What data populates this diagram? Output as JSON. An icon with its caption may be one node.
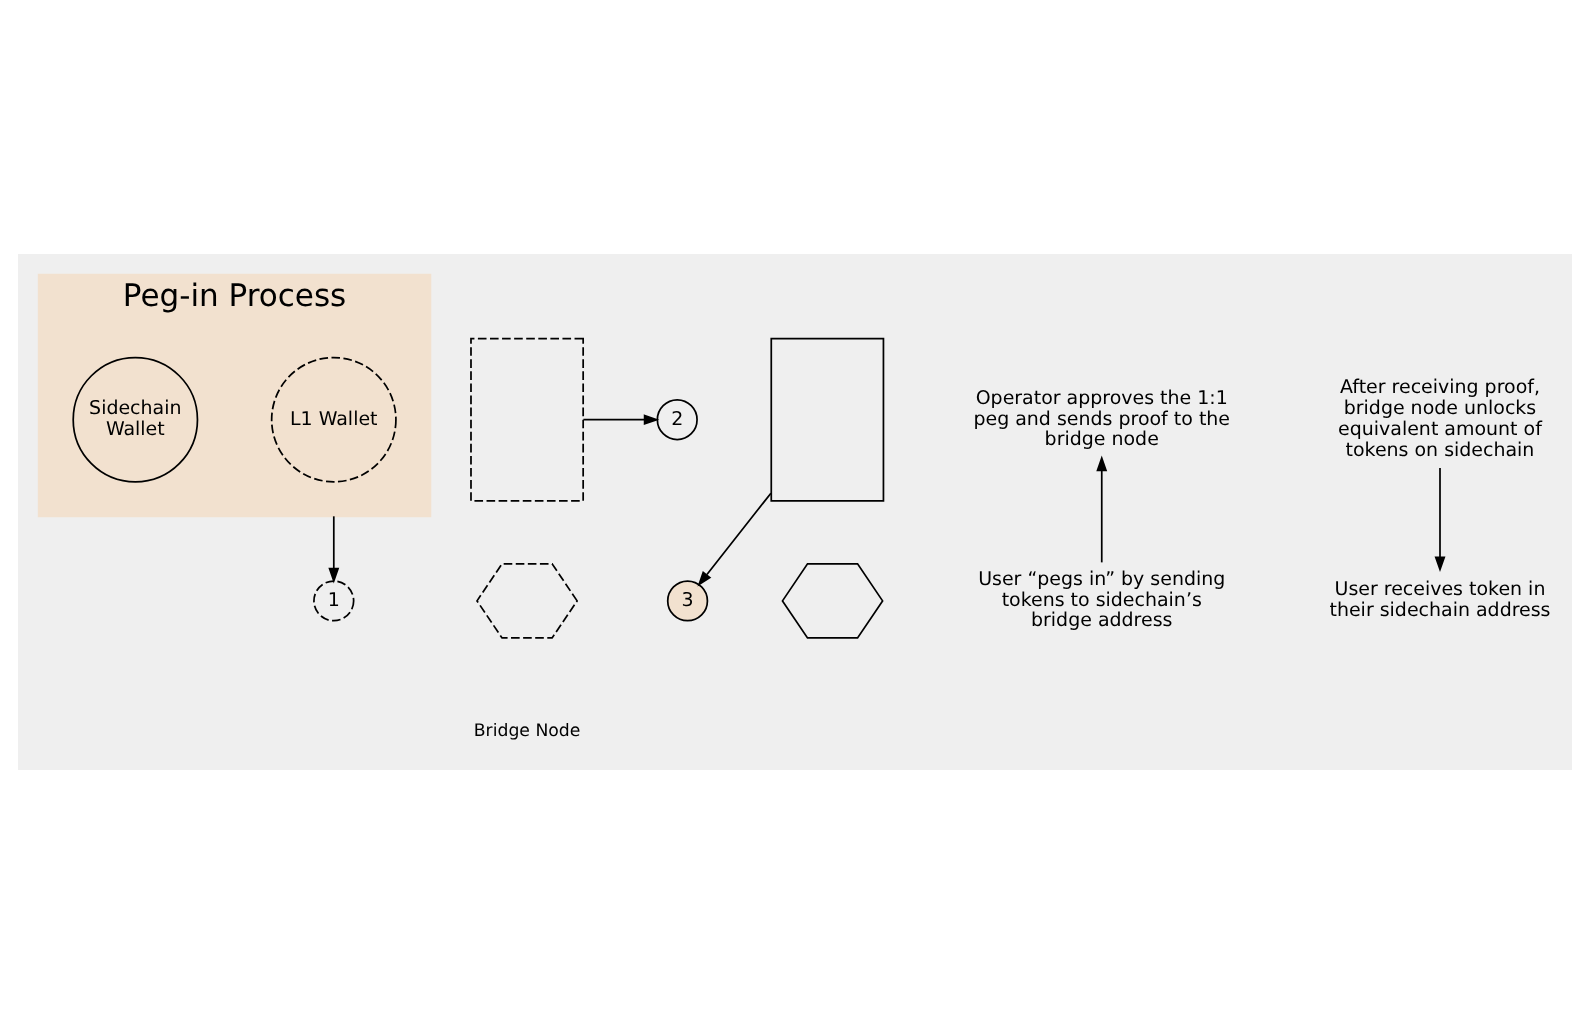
{
  "diagram": {
    "nodes": [
      {
        "text": [
          "Peg-in Process"
        ]
      },
      {
        "text": [
          "L1 Wallet"
        ],
        "in": 0
      },
      {
        "text": [
          "Sidechain Wallet"
        ],
        "in": 0
      },
      {
        "text": [
          "1"
        ]
      },
      {
        "text": [],
        "shape": "box"
      },
      {
        "text": [
          "2"
        ]
      },
      {
        "text": [],
        "shape": "box"
      },
      {
        "text": [
          "3"
        ]
      },
      {
        "text": [
          "User “pegs in” by sending tokens to sidechain’s bridge address"
        ]
      },
      {
        "text": [
          "Operator approves the 1:1 peg and sends proof to the bridge node"
        ]
      },
      {
        "text": [
          "User receives token in their sidechain address"
        ]
      },
      {
        "text": [
          "After receiving proof, bridge node unlocks equivalent amount of tokens on sidechain"
        ]
      },
      {
        "text": [],
        "shape": "hexagon"
      },
      {
        "text": [],
        "shape": "hexagon"
      }
    ],
    "edges": [
      {
        "from": 0,
        "to": 3,
        "arrow": "to"
      },
      {
        "from": 4,
        "to": 5,
        "arrow": "to"
      },
      {
        "from": 6,
        "to": 7,
        "arrow": "to"
      },
      {
        "from": 8,
        "to": 9,
        "arrow": "to"
      },
      {
        "from": 11,
        "to": 10,
        "arrow": "to"
      }
    ],
    "labels": [
      "Bridge Node"
    ]
  }
}
